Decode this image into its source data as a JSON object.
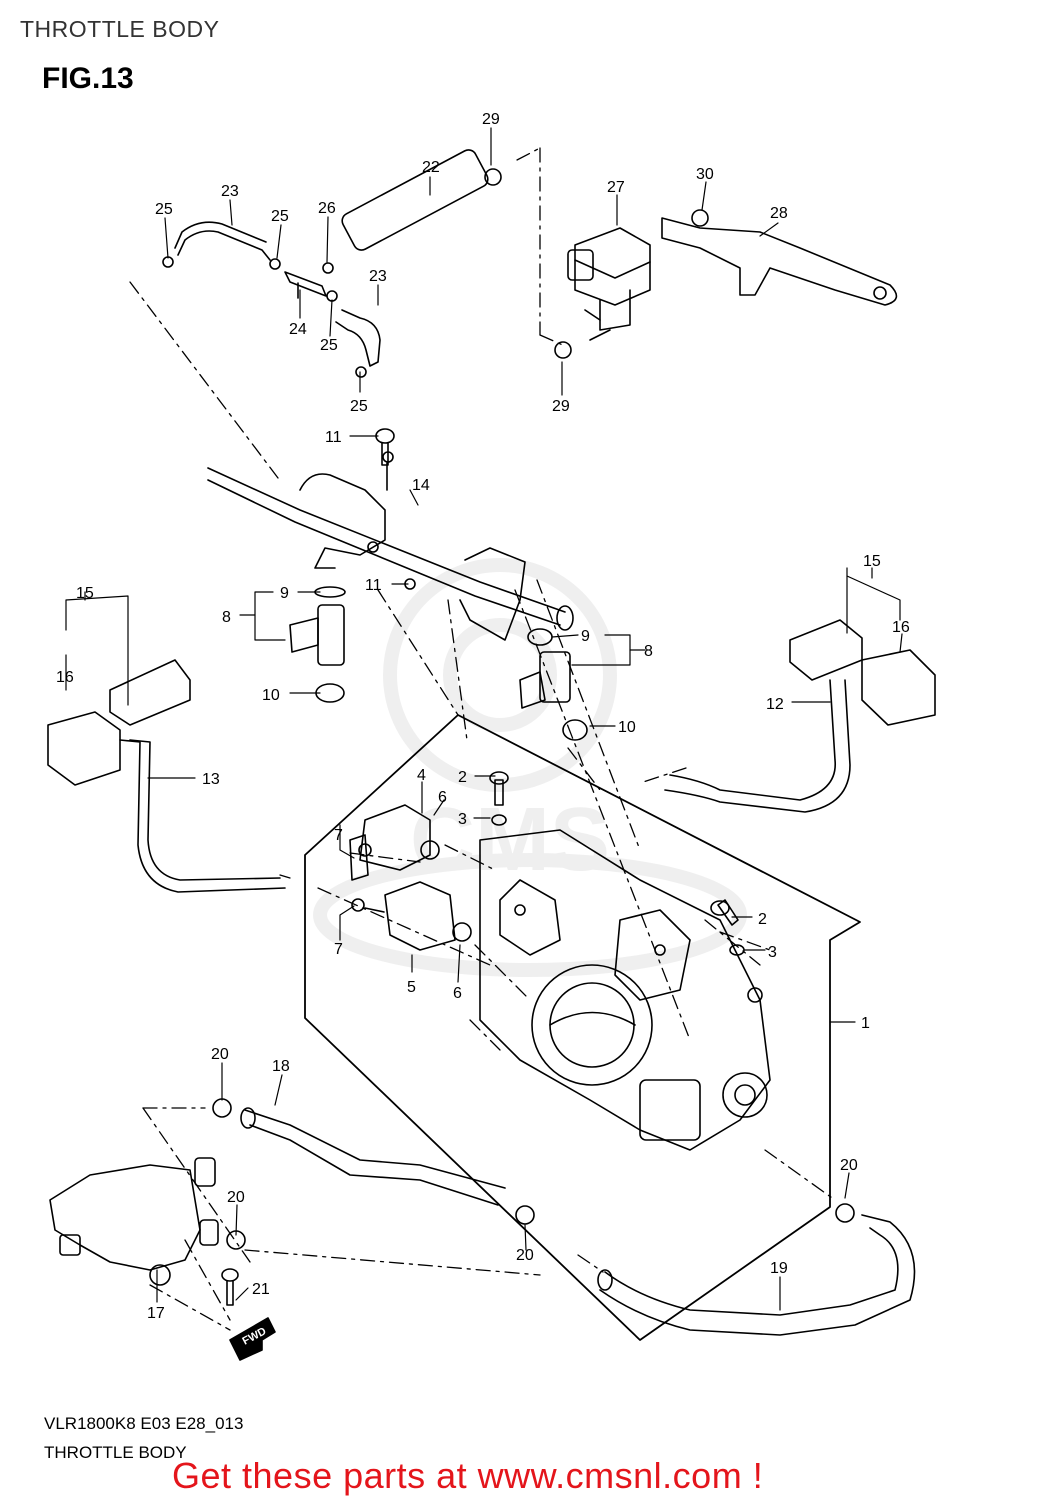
{
  "header": {
    "title": "THROTTLE BODY",
    "figure": "FIG.13"
  },
  "callouts": [
    "29",
    "22",
    "23",
    "25",
    "25",
    "26",
    "24",
    "25",
    "23",
    "25",
    "27",
    "30",
    "28",
    "29",
    "11",
    "14",
    "11",
    "9",
    "8",
    "10",
    "15",
    "16",
    "9",
    "8",
    "10",
    "15",
    "16",
    "12",
    "13",
    "4",
    "2",
    "6",
    "3",
    "7",
    "7",
    "5",
    "6",
    "2",
    "3",
    "1",
    "20",
    "18",
    "20",
    "21",
    "17",
    "20",
    "20",
    "19"
  ],
  "fwd_label": "FWD",
  "footer": {
    "model_code": "VLR1800K8 E03 E28_013",
    "title": "THROTTLE BODY",
    "cta": "Get these parts at www.cmsnl.com !"
  },
  "colors": {
    "cta": "#e4151b",
    "line": "#000000",
    "watermark": "#b0b0b0"
  }
}
